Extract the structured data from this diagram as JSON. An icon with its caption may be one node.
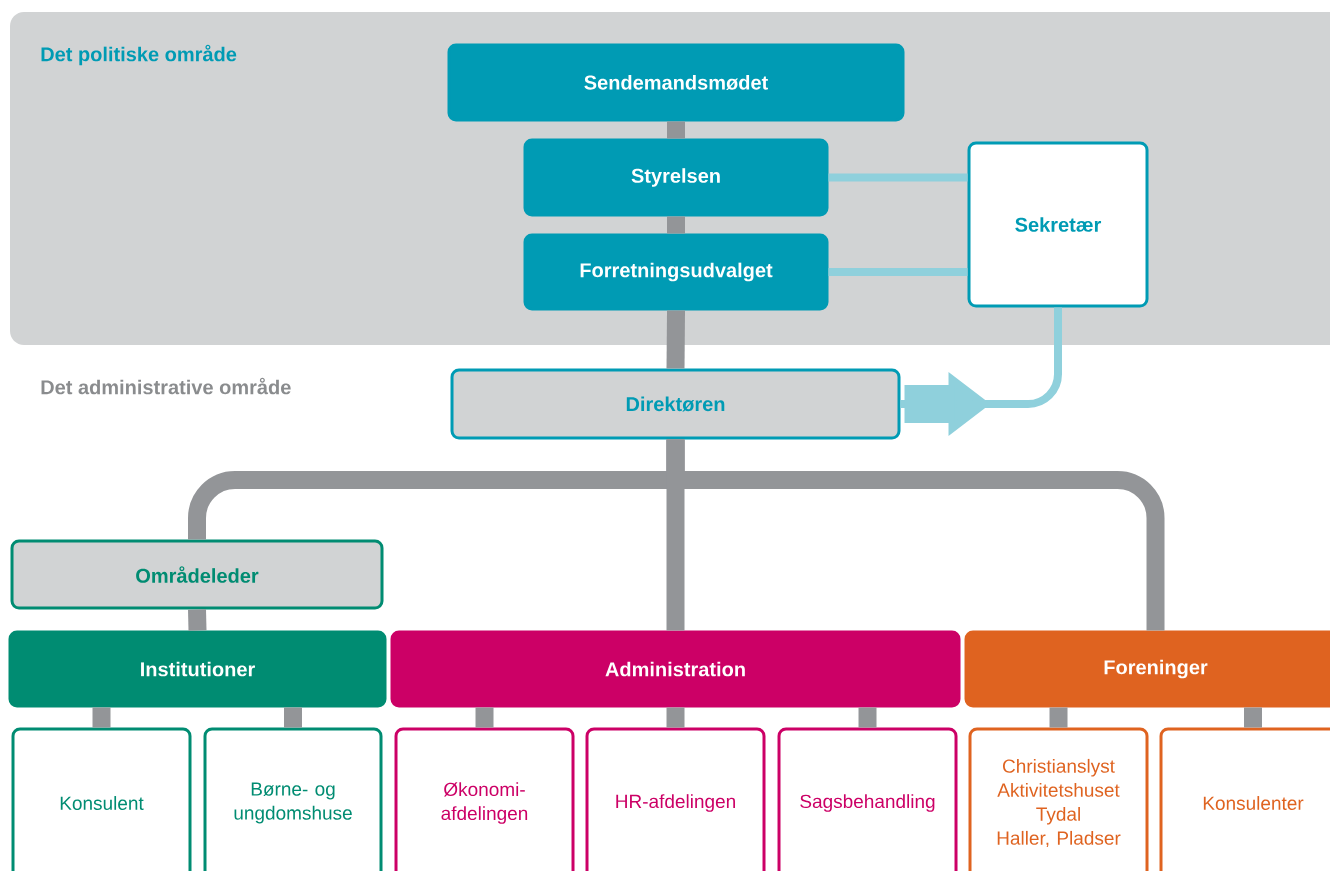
{
  "diagram": {
    "nodes": [
      {
        "text": [
          "Det politiske område"
        ]
      },
      {
        "text": [
          "Sendemandsmødet"
        ],
        "in": 0
      },
      {
        "text": [
          "Styrelsen"
        ],
        "in": 0
      },
      {
        "text": [
          "Forretningsudvalget"
        ],
        "in": 0
      },
      {
        "text": [
          "Sekretær"
        ],
        "in": 0
      },
      {
        "text": [
          "Direktøren"
        ]
      },
      {
        "text": [
          "Områdeleder"
        ]
      },
      {
        "text": [
          "Institutioner"
        ]
      },
      {
        "text": [
          "Administration"
        ]
      },
      {
        "text": [
          "Foreninger"
        ]
      },
      {
        "text": [
          "Konsulent"
        ]
      },
      {
        "text": [
          "Børne- og ungdomshuse"
        ]
      },
      {
        "text": [
          "Økonomi- afdelingen"
        ]
      },
      {
        "text": [
          "HR-afdelingen"
        ]
      },
      {
        "text": [
          "Sagsbehandling"
        ]
      },
      {
        "text": [
          "Christianslyst",
          "Aktivitetshuset Tydal",
          "Haller, Pladser"
        ]
      },
      {
        "text": [
          "Konsulenter"
        ]
      }
    ],
    "edges": [
      {
        "from": 1,
        "to": 2,
        "arrow": "none"
      },
      {
        "from": 2,
        "to": 3,
        "arrow": "none"
      },
      {
        "from": 3,
        "to": 5,
        "arrow": "none"
      },
      {
        "from": 2,
        "to": 4,
        "arrow": "none",
        "color": "#8fd0dc"
      },
      {
        "from": 3,
        "to": 4,
        "arrow": "none",
        "color": "#8fd0dc"
      },
      {
        "from": 5,
        "to": 4,
        "arrow": "to",
        "color": "#8fd0dc"
      },
      {
        "from": 5,
        "to": 6,
        "arrow": "none"
      },
      {
        "from": 5,
        "to": 8,
        "arrow": "none"
      },
      {
        "from": 5,
        "to": 9,
        "arrow": "none"
      },
      {
        "from": 6,
        "to": 7,
        "arrow": "none"
      },
      {
        "from": 7,
        "to": 10,
        "arrow": "none"
      },
      {
        "from": 7,
        "to": 11,
        "arrow": "none"
      },
      {
        "from": 8,
        "to": 12,
        "arrow": "none"
      },
      {
        "from": 8,
        "to": 13,
        "arrow": "none"
      },
      {
        "from": 8,
        "to": 14,
        "arrow": "none"
      },
      {
        "from": 9,
        "to": 15,
        "arrow": "none"
      },
      {
        "from": 9,
        "to": 16,
        "arrow": "none"
      }
    ],
    "labels": [
      "Det administrative område"
    ]
  }
}
